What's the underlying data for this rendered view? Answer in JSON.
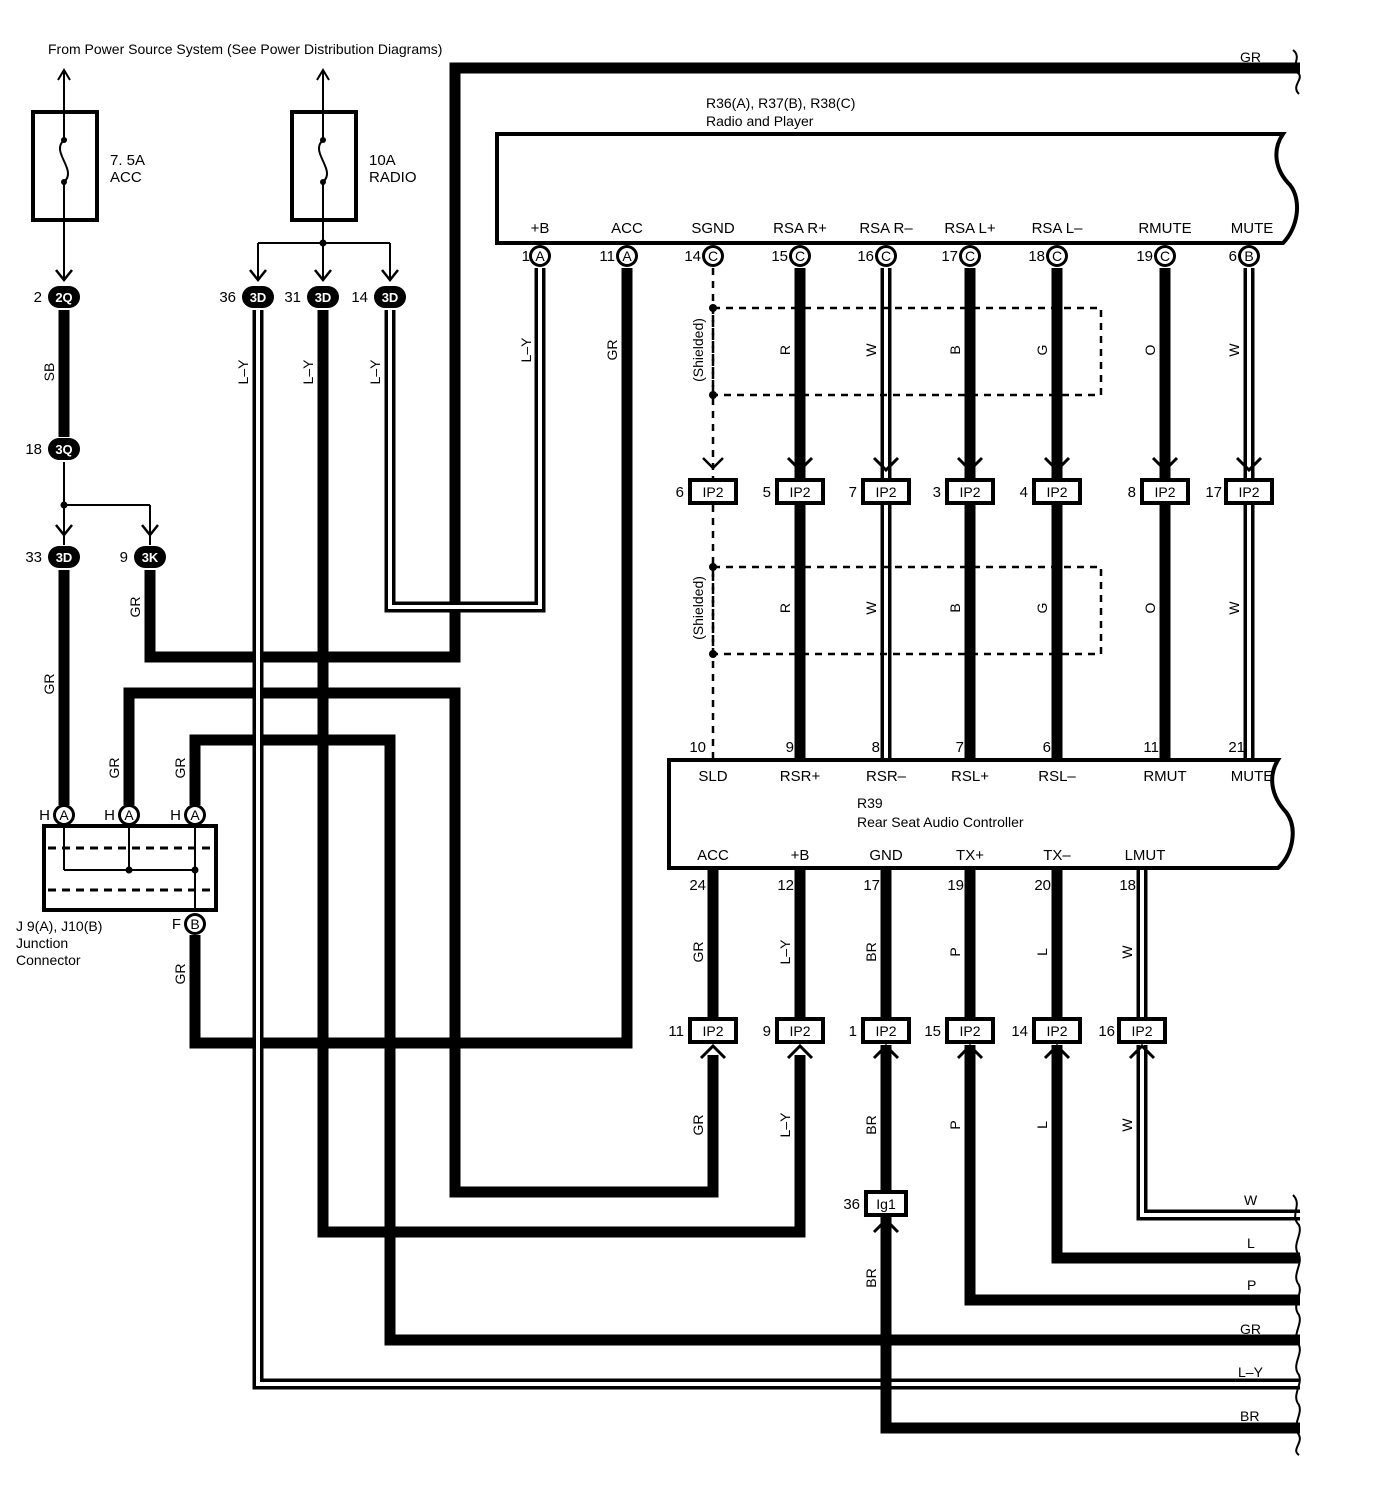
{
  "header": {
    "power_source": "From Power Source System (See Power Distribution Diagrams)"
  },
  "fuses": [
    {
      "id": "fuse-acc",
      "rating": "7. 5A",
      "name": "ACC"
    },
    {
      "id": "fuse-radio",
      "rating": "10A",
      "name": "RADIO"
    }
  ],
  "radio_unit": {
    "ref": "R36(A), R37(B), R38(C)",
    "name": "Radio and Player",
    "pins": [
      {
        "num": "1",
        "conn": "A",
        "label": "+B",
        "wire": "L–Y"
      },
      {
        "num": "11",
        "conn": "A",
        "label": "ACC",
        "wire": "GR"
      },
      {
        "num": "14",
        "conn": "C",
        "label": "SGND",
        "wire": ""
      },
      {
        "num": "15",
        "conn": "C",
        "label": "RSA R+",
        "wire": "R"
      },
      {
        "num": "16",
        "conn": "C",
        "label": "RSA R–",
        "wire": "W"
      },
      {
        "num": "17",
        "conn": "C",
        "label": "RSA L+",
        "wire": "B"
      },
      {
        "num": "18",
        "conn": "C",
        "label": "RSA L–",
        "wire": "G"
      },
      {
        "num": "19",
        "conn": "C",
        "label": "RMUTE",
        "wire": "O"
      },
      {
        "num": "6",
        "conn": "B",
        "label": "MUTE",
        "wire": "W"
      }
    ]
  },
  "shielded_label": "(Shielded)",
  "ip2_upper": [
    {
      "num": "6",
      "label": "IP2",
      "wire_below": ""
    },
    {
      "num": "5",
      "label": "IP2",
      "wire_below": "R"
    },
    {
      "num": "7",
      "label": "IP2",
      "wire_below": "W"
    },
    {
      "num": "3",
      "label": "IP2",
      "wire_below": "B"
    },
    {
      "num": "4",
      "label": "IP2",
      "wire_below": "G"
    },
    {
      "num": "8",
      "label": "IP2",
      "wire_below": "O"
    },
    {
      "num": "17",
      "label": "IP2",
      "wire_below": "W"
    }
  ],
  "controller": {
    "ref": "R39",
    "name": "Rear Seat Audio Controller",
    "top_pins": [
      {
        "num": "10",
        "label": "SLD"
      },
      {
        "num": "9",
        "label": "RSR+"
      },
      {
        "num": "8",
        "label": "RSR–"
      },
      {
        "num": "7",
        "label": "RSL+"
      },
      {
        "num": "6",
        "label": "RSL–"
      },
      {
        "num": "11",
        "label": "RMUT"
      },
      {
        "num": "21",
        "label": "MUTE"
      }
    ],
    "bottom_pins": [
      {
        "num": "24",
        "label": "ACC",
        "wire": "GR"
      },
      {
        "num": "12",
        "label": "+B",
        "wire": "L–Y"
      },
      {
        "num": "17",
        "label": "GND",
        "wire": "BR"
      },
      {
        "num": "19",
        "label": "TX+",
        "wire": "P"
      },
      {
        "num": "20",
        "label": "TX–",
        "wire": "L"
      },
      {
        "num": "18",
        "label": "LMUT",
        "wire": "W"
      }
    ]
  },
  "ip2_lower": [
    {
      "num": "11",
      "label": "IP2",
      "wire_below": "GR"
    },
    {
      "num": "9",
      "label": "IP2",
      "wire_below": "L–Y"
    },
    {
      "num": "1",
      "label": "IP2",
      "wire_below": "BR"
    },
    {
      "num": "15",
      "label": "IP2",
      "wire_below": "P"
    },
    {
      "num": "14",
      "label": "IP2",
      "wire_below": "L"
    },
    {
      "num": "16",
      "label": "IP2",
      "wire_below": "W"
    }
  ],
  "ig1": {
    "num": "36",
    "label": "Ig1",
    "wire_below": "BR"
  },
  "left_connectors": {
    "c2q": {
      "num": "2",
      "label": "2Q",
      "wire_below": "SB"
    },
    "c3q": {
      "num": "18",
      "label": "3Q"
    },
    "c3d_a": {
      "num": "33",
      "label": "3D",
      "wire_below": "GR"
    },
    "c3k": {
      "num": "9",
      "label": "3K",
      "wire_below": "GR"
    },
    "c3d_36": {
      "num": "36",
      "label": "3D",
      "wire_below": "L–Y"
    },
    "c3d_31": {
      "num": "31",
      "label": "3D",
      "wire_below": "L–Y"
    },
    "c3d_14": {
      "num": "14",
      "label": "3D",
      "wire_below": "L–Y"
    }
  },
  "junction": {
    "ref": "J 9(A), J10(B)",
    "name_line1": "Junction",
    "name_line2": "Connector",
    "pin_h": "H",
    "pin_f": "F",
    "conn_a": "A",
    "conn_b": "B",
    "wire_gr": "GR"
  },
  "right_exits": [
    "GR",
    "W",
    "L",
    "P",
    "GR",
    "L–Y",
    "BR"
  ]
}
